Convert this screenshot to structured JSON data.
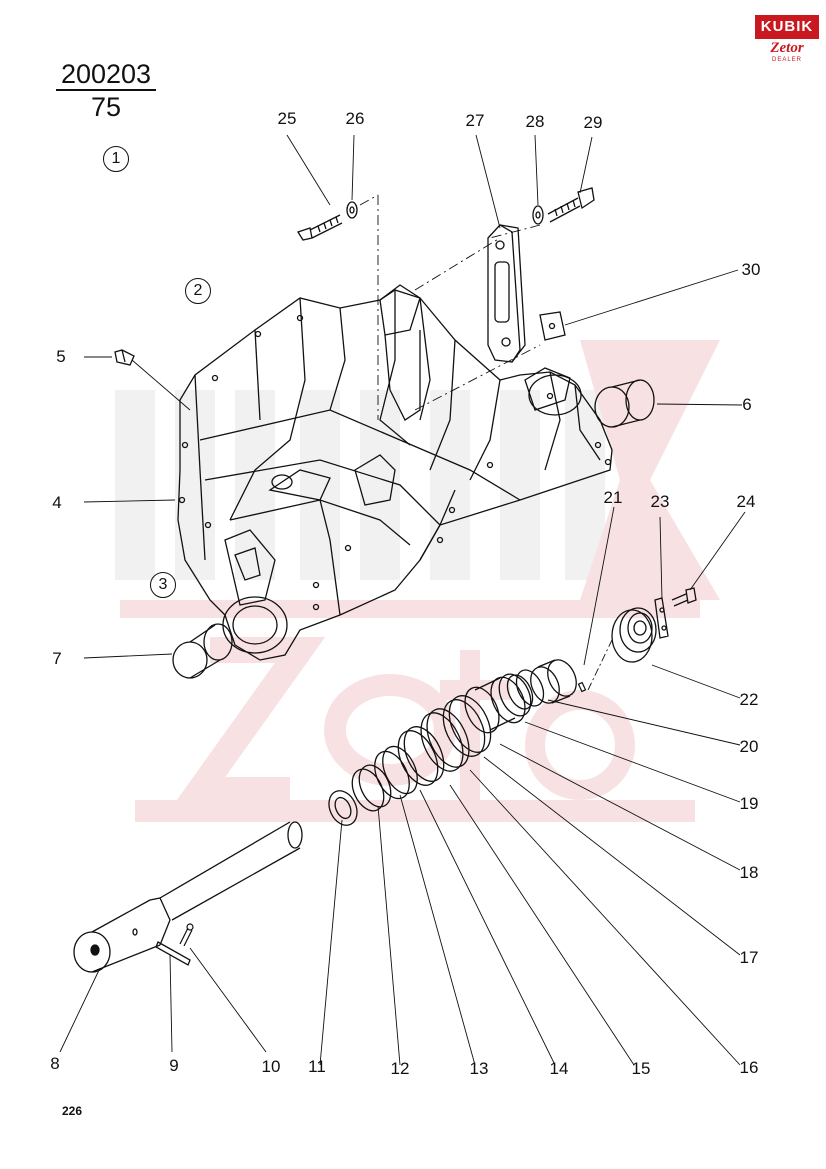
{
  "header": {
    "doc_number": "200203",
    "doc_sub_number": "75"
  },
  "logo": {
    "top_text": "KUBIK",
    "mid_text": "Zetor",
    "sub_text": "DEALER"
  },
  "group_markers": [
    "1",
    "2",
    "3"
  ],
  "callouts": [
    "1",
    "2",
    "3",
    "4",
    "5",
    "6",
    "7",
    "8",
    "9",
    "10",
    "11",
    "12",
    "13",
    "14",
    "15",
    "16",
    "17",
    "18",
    "19",
    "20",
    "21",
    "22",
    "23",
    "24",
    "25",
    "26",
    "27",
    "28",
    "29",
    "30"
  ],
  "page_number": "226",
  "watermark": {
    "brand": "Zetor",
    "dealer": "KUBIK"
  },
  "colors": {
    "ink": "#111111",
    "watermark_red": "#f3c9cb",
    "watermark_gray": "#e6e6e6",
    "brand_red": "#c9181f"
  }
}
